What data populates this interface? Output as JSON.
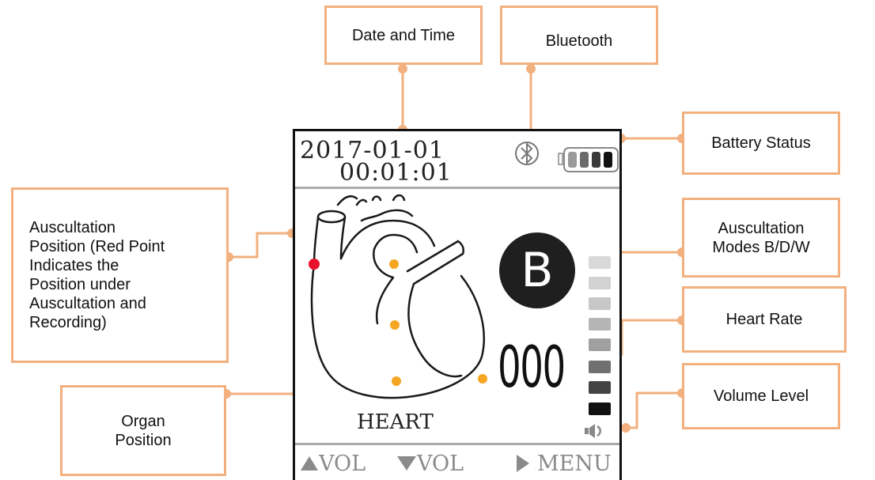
{
  "callouts": {
    "date_time": "Date and Time",
    "bluetooth": "Bluetooth",
    "battery": "Battery Status",
    "auscultation_position": "Auscultation\nPosition (Red Point\nIndicates the\nPosition under\nAuscultation and\nRecording)",
    "auscultation_modes": "Auscultation\nModes B/D/W",
    "heart_rate": "Heart Rate",
    "volume": "Volume Level",
    "organ_position": "Organ\nPosition"
  },
  "device": {
    "date": "2017-01-01",
    "time": "00:01:01",
    "bluetooth_icon": "bluetooth-icon",
    "battery_icon": "battery-full-icon",
    "mode": "B",
    "heart_rate": "000",
    "organ": "HEART",
    "volume_levels": 8,
    "volume_current": 8,
    "footer": {
      "vol_up": "VOL",
      "vol_down": "VOL",
      "menu": "MENU"
    }
  },
  "colors": {
    "callout_border": "#f2b07f",
    "connector": "#f2b07f",
    "marker_point": "#f5a623",
    "active_point": "#e8132b",
    "device_border": "#111111",
    "mode_badge": "#1f1f1f",
    "footer_text": "#8a8a8a"
  }
}
